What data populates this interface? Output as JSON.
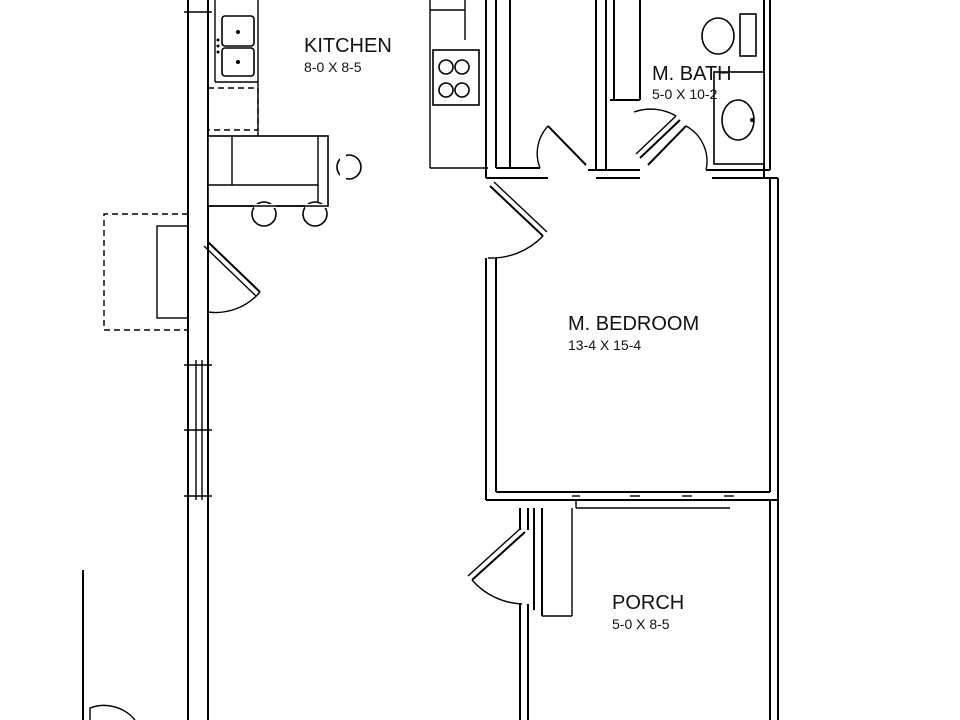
{
  "rooms": [
    {
      "id": "kitchen",
      "name": "KITCHEN",
      "dims": "8-0 X 8-5"
    },
    {
      "id": "m-bath",
      "name": "M. BATH",
      "dims": "5-0  X 10-2"
    },
    {
      "id": "m-bedroom",
      "name": "M. BEDROOM",
      "dims": "13-4 X 15-4"
    },
    {
      "id": "porch",
      "name": "PORCH",
      "dims": "5-0 X 8-5"
    }
  ],
  "fixtures": [
    "double-sink",
    "range-stove",
    "toilet",
    "bathroom-vanity-sink",
    "island-counter",
    "bar-stools"
  ]
}
